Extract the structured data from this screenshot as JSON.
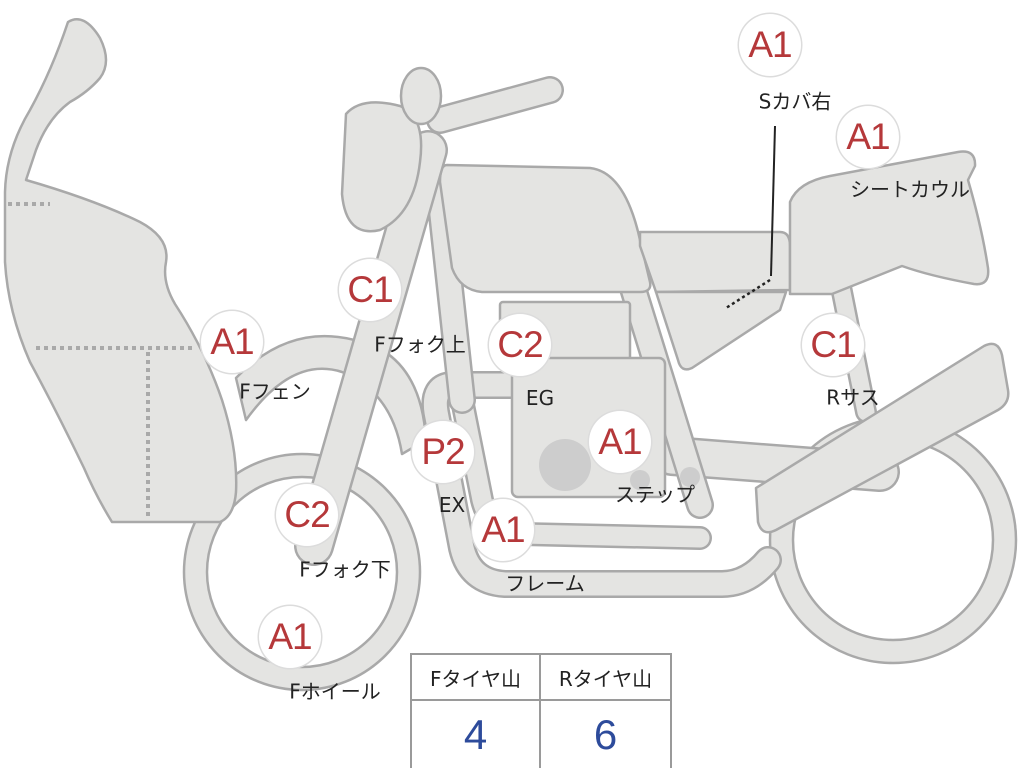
{
  "colors": {
    "part_fill": "#e4e4e2",
    "part_outline": "#a9a9a9",
    "grade_text": "#b5383a",
    "tread_value": "#2d4b9b",
    "label_text": "#222222"
  },
  "badges": [
    {
      "grade": "A1",
      "label": "Sカバ右"
    },
    {
      "grade": "A1",
      "label": "シートカウル"
    },
    {
      "grade": "C1",
      "label": "Fフォク上"
    },
    {
      "grade": "A1",
      "label": "Fフェン"
    },
    {
      "grade": "C2",
      "label": "EG"
    },
    {
      "grade": "C1",
      "label": "Rサス"
    },
    {
      "grade": "A1",
      "label": "ステップ"
    },
    {
      "grade": "P2",
      "label": "EX"
    },
    {
      "grade": "C2",
      "label": "Fフォク下"
    },
    {
      "grade": "A1",
      "label": "フレーム"
    },
    {
      "grade": "A1",
      "label": "Fホイール"
    }
  ],
  "tire_table": {
    "headers": [
      "Fタイヤ山",
      "Rタイヤ山"
    ],
    "values": [
      "4",
      "6"
    ]
  }
}
